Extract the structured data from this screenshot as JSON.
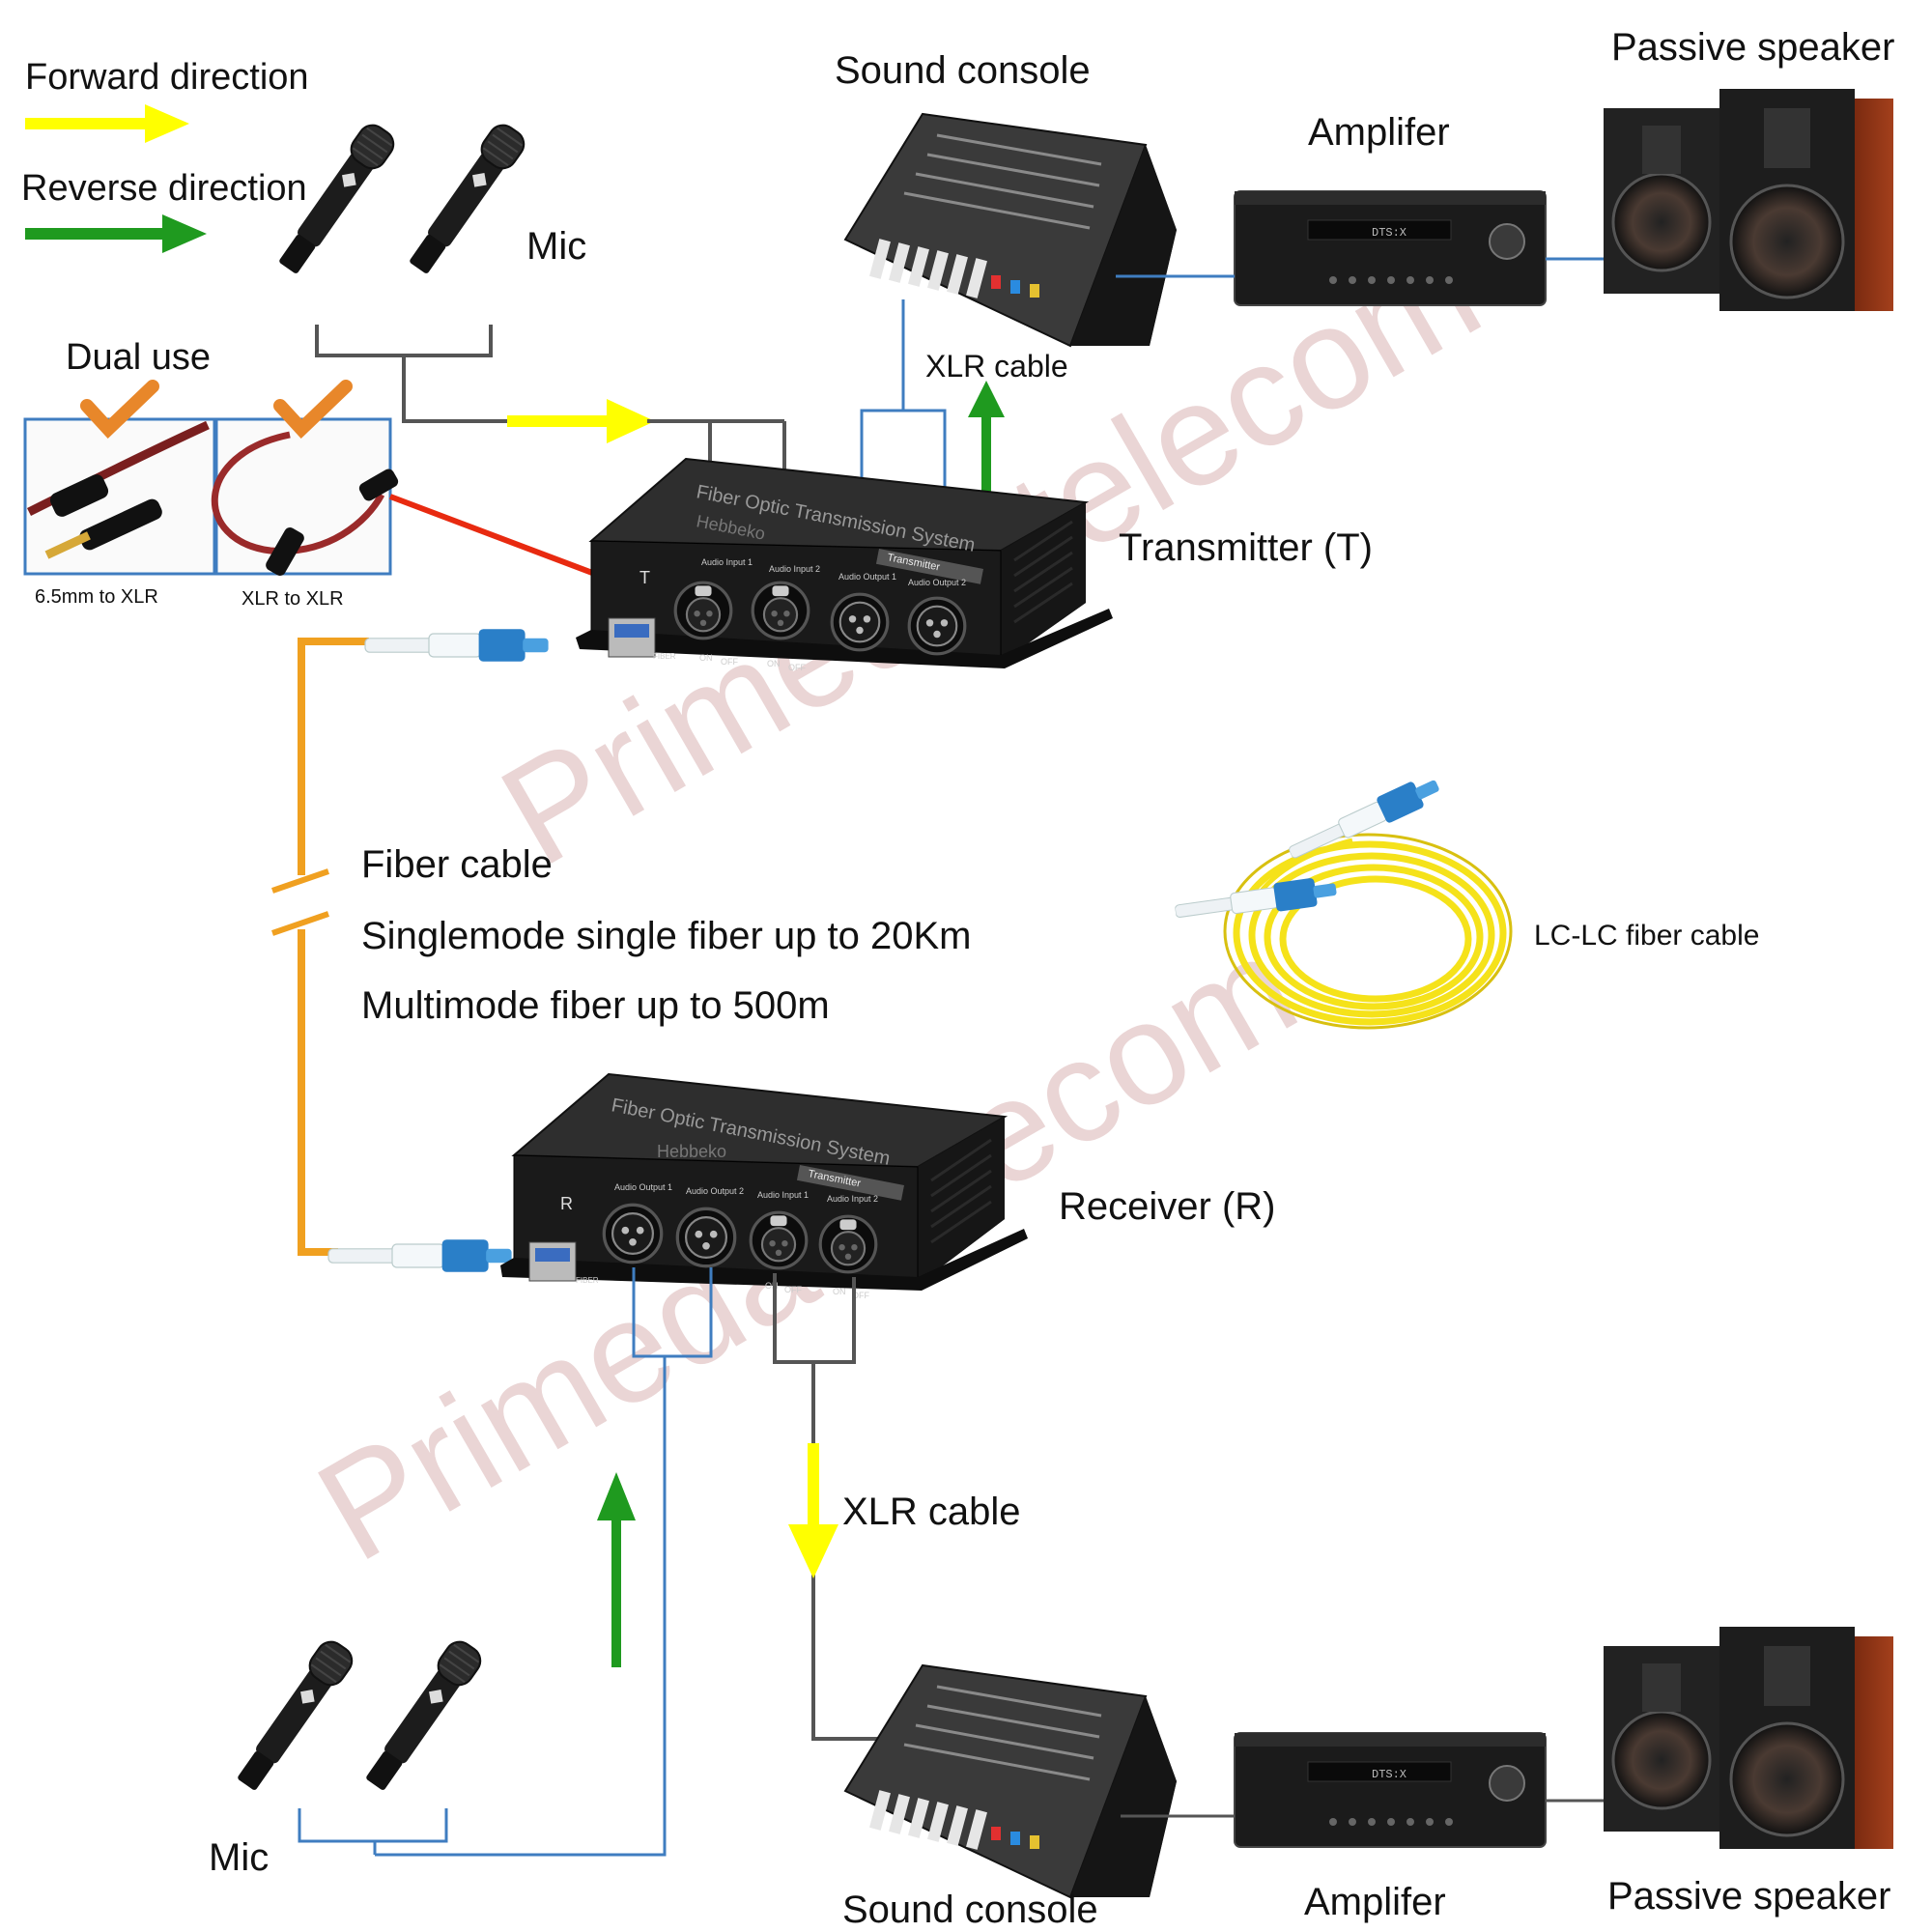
{
  "legend": {
    "forward_label": "Forward direction",
    "reverse_label": "Reverse direction",
    "forward_color": "#ffff00",
    "reverse_color": "#1f9a1f"
  },
  "top_section": {
    "mic_label": "Mic",
    "sound_console_label": "Sound console",
    "amplifier_label": "Amplifer",
    "speaker_label": "Passive speaker",
    "xlr_cable_label": "XLR cable",
    "transmitter_label": "Transmitter (T)"
  },
  "dual_use": {
    "title": "Dual use",
    "option1_label": "6.5mm to XLR",
    "option2_label": "XLR to XLR"
  },
  "fiber": {
    "label": "Fiber cable",
    "singlemode": "Singlemode single fiber up to 20Km",
    "multimode": "Multimode fiber up to 500m",
    "lc_cable_label": "LC-LC fiber cable",
    "fiber_color": "#f0a020",
    "lc_cable_color": "#f5e21a"
  },
  "device": {
    "title": "Fiber Optic Transmission System",
    "brand": "Hebbeko",
    "model_tag": "Transmitter",
    "tx_letter": "T",
    "rx_letter": "R",
    "fiber_port": "FIBER",
    "audio_input_1": "Audio Input 1",
    "audio_input_2": "Audio Input 2",
    "audio_output_1": "Audio Output 1",
    "audio_output_2": "Audio Output 2",
    "switch_on": "ON",
    "switch_off": "OFF"
  },
  "bottom_section": {
    "receiver_label": "Receiver (R)",
    "xlr_cable_label": "XLR cable",
    "mic_label": "Mic",
    "sound_console_label": "Sound console",
    "amplifier_label": "Amplifer",
    "speaker_label": "Passive speaker"
  },
  "amp_display": "DTS:X",
  "watermark": "Primeda-telecom"
}
